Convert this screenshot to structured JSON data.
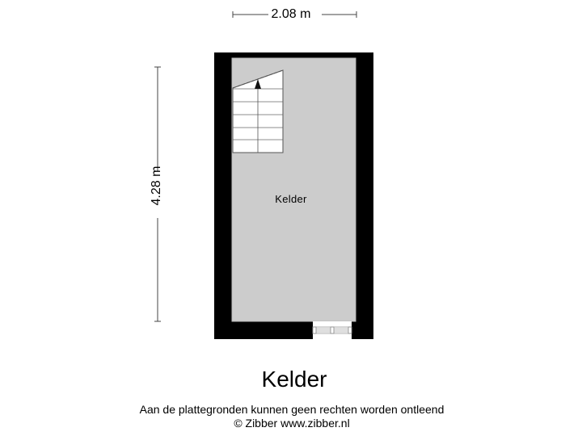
{
  "floor": {
    "title": "Kelder",
    "rooms": [
      {
        "name": "Kelder"
      }
    ]
  },
  "dimensions": {
    "width": "2.08 m",
    "depth": "4.28 m"
  },
  "footer": {
    "disclaimer": "Aan de plattegronden kunnen geen rechten worden ontleend",
    "copyright": "© Zibber www.zibber.nl"
  },
  "colors": {
    "wall": "#000000",
    "floor": "#cccccc",
    "stairs": "#ffffff",
    "lines": "#555555",
    "background": "#ffffff"
  }
}
